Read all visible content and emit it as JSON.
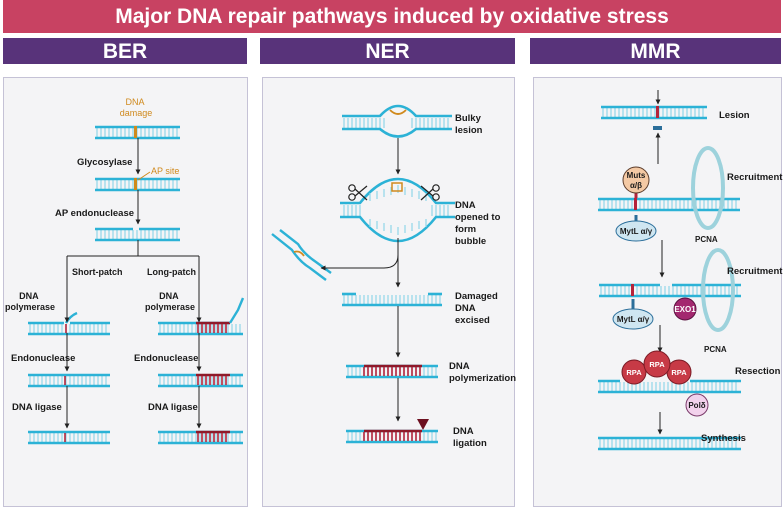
{
  "title": "Major DNA repair pathways induced by oxidative stress",
  "columns": {
    "ber": "BER",
    "ner": "NER",
    "mmr": "MMR"
  },
  "ber": {
    "dna_damage": [
      "DNA",
      "damage"
    ],
    "glycosylase": "Glycosylase",
    "ap_site": "AP site",
    "ap_endonuclease": "AP endonuclease",
    "short_patch": "Short-patch",
    "long_patch": "Long-patch",
    "dna_polymerase_left": [
      "DNA",
      "polymerase"
    ],
    "dna_polymerase_right": [
      "DNA",
      "polymerase"
    ],
    "endonuclease_left": "Endonuclease",
    "endonuclease_right": "Endonuclease",
    "dna_ligase_left": "DNA ligase",
    "dna_ligase_right": "DNA ligase"
  },
  "ner": {
    "bulky_lesion": [
      "Bulky",
      "lesion"
    ],
    "dna_opened": [
      "DNA",
      "opened to",
      "form",
      "bubble"
    ],
    "damaged_excised": [
      "Damaged",
      "DNA",
      "excised"
    ],
    "polymerization": [
      "DNA",
      "polymerization"
    ],
    "ligation": [
      "DNA",
      "ligation"
    ]
  },
  "mmr": {
    "lesion": "Lesion",
    "recruitment_1": "Recruitment",
    "recruitment_2": "Recruitment",
    "resection": "Resection",
    "synthesis": "Synthesis",
    "muts": [
      "Muts",
      "α/β"
    ],
    "mytl_1": "MytL α/γ",
    "mytl_2": "MytL α/γ",
    "pcna_1": "PCNA",
    "pcna_2": "PCNA",
    "exo1": "EXO1",
    "rpa": [
      "RPA",
      "RPA",
      "RPA"
    ],
    "pol_delta": "Polδ"
  },
  "colors": {
    "title_bg": "#c84262",
    "header_bg": "#58337a",
    "dna_backbone": "#2cb2d6",
    "dna_light": "#8fd6e8",
    "damage_red": "#b5243b",
    "new_strand": "#8e1a2a",
    "orange": "#d08a1e",
    "protein_red": "#c73a46",
    "muts_fill": "#f4c9a4",
    "mytl_fill": "#cfe6f1",
    "exo1_fill": "#a3286f",
    "pol_fill": "#f2d2ec"
  }
}
